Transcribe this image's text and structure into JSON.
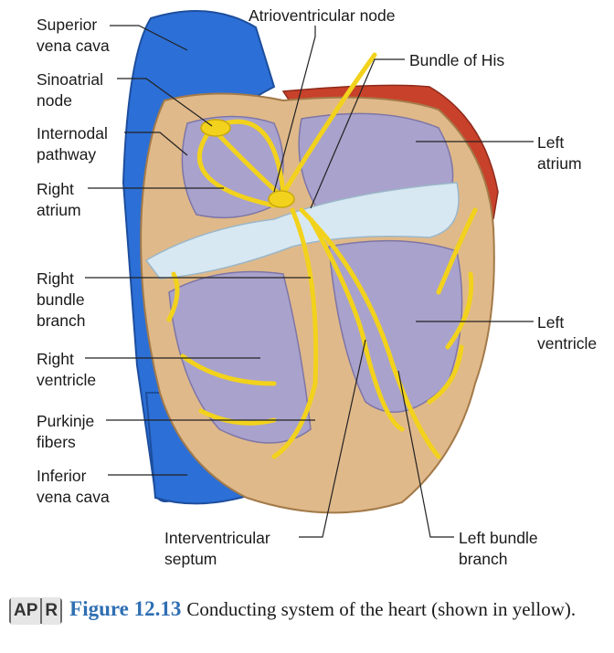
{
  "labels": {
    "superior_vena_cava": "Superior\nvena cava",
    "sinoatrial_node": "Sinoatrial\nnode",
    "internodal_pathway": "Internodal\npathway",
    "right_atrium": "Right\natrium",
    "right_bundle_branch": "Right\nbundle\nbranch",
    "right_ventricle": "Right\nventricle",
    "purkinje_fibers": "Purkinje\nfibers",
    "inferior_vena_cava": "Inferior\nvena cava",
    "atrioventricular_node": "Atrioventricular node",
    "bundle_of_his": "Bundle of His",
    "left_atrium": "Left\natrium",
    "left_ventricle": "Left\nventricle",
    "interventricular_septum": "Interventricular\nseptum",
    "left_bundle_branch": "Left bundle\nbranch"
  },
  "caption": {
    "badge_left": "AP",
    "badge_right": "R",
    "figure_number": "Figure 12.13",
    "text": "Conducting system of the heart (shown in yellow)."
  },
  "colors": {
    "vena_cava": "#2c6fd6",
    "conduction": "#f2d21c",
    "chamber": "#a9a2cc",
    "muscle": "#e0b98a",
    "aorta": "#c8412a"
  }
}
